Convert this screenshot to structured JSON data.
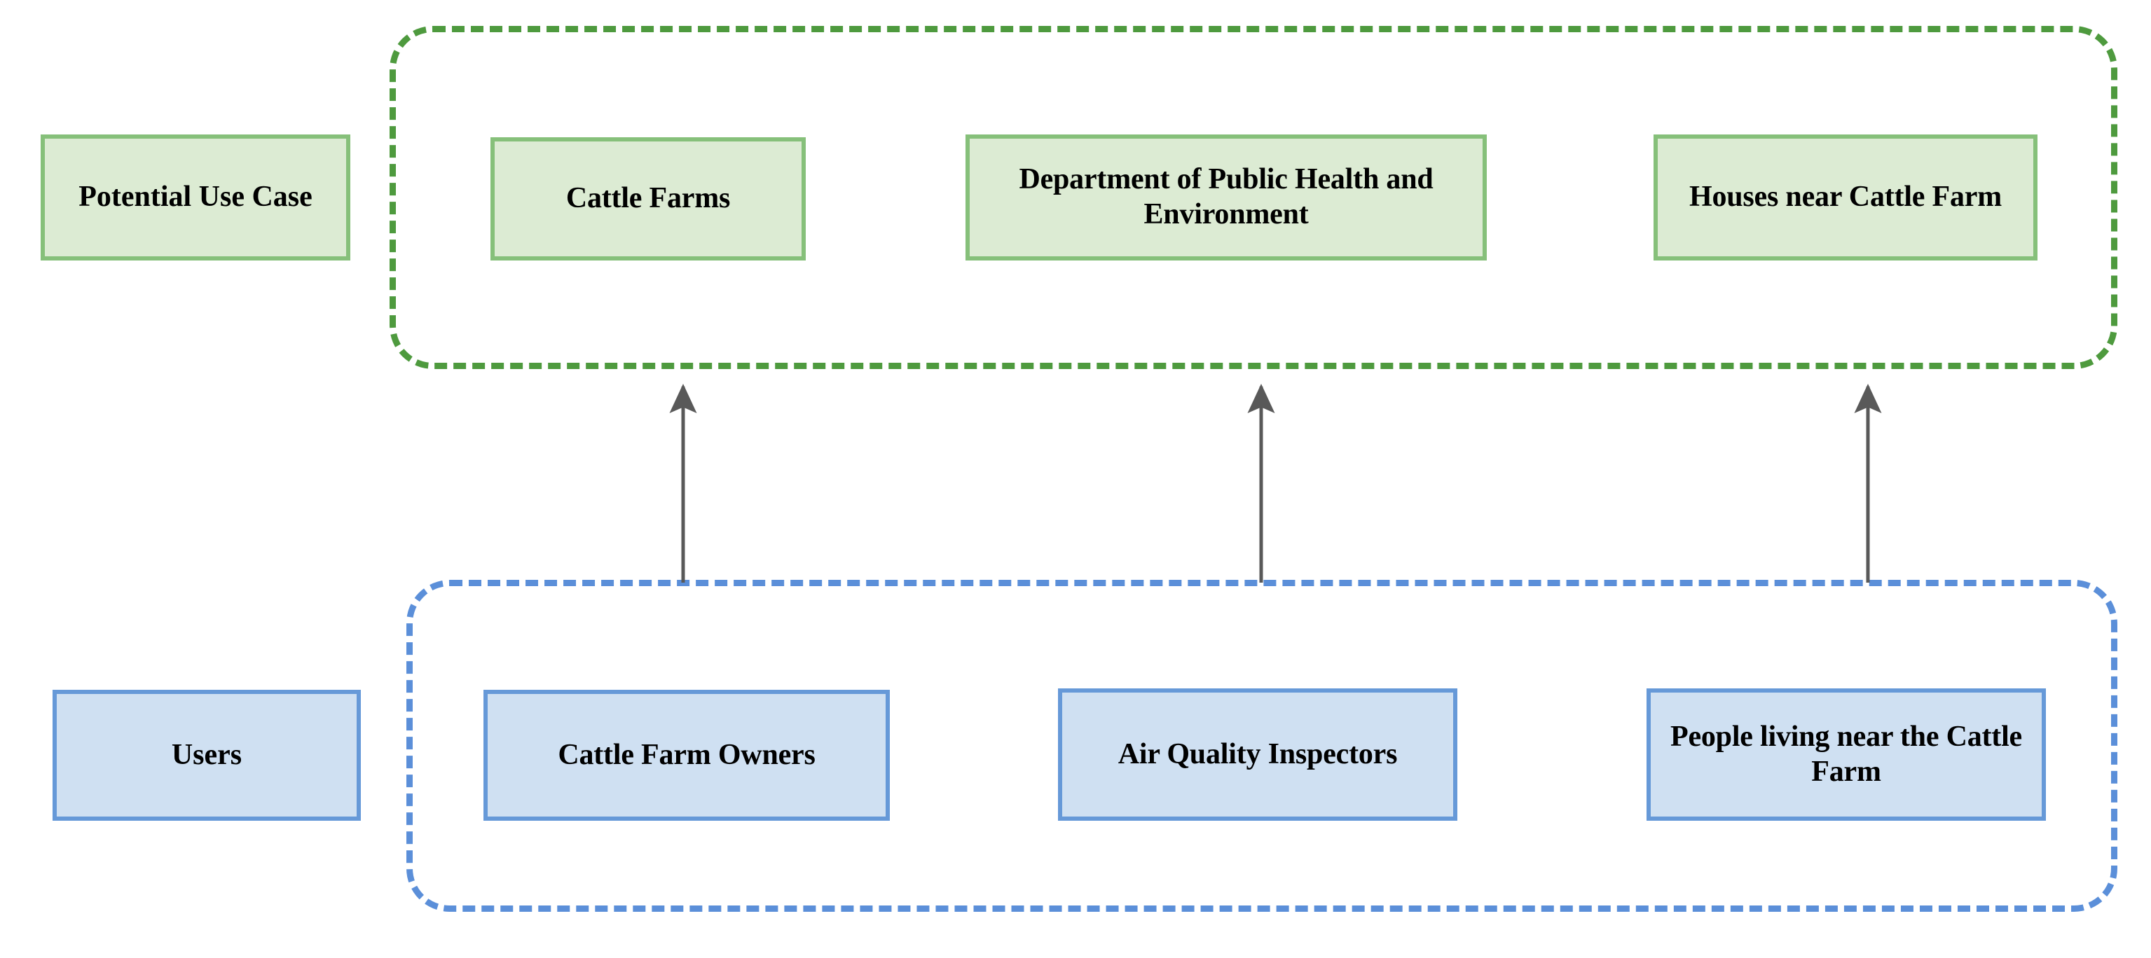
{
  "diagram": {
    "rows": [
      {
        "id": "potential-use-case",
        "label": "Potential Use Case",
        "color_fill": "#dcebd3",
        "color_border": "#86c07a",
        "group_border": "#4e9a3e",
        "items": [
          {
            "label": "Cattle Farms"
          },
          {
            "label": "Department of Public Health and Environment"
          },
          {
            "label": "Houses near Cattle Farm"
          }
        ]
      },
      {
        "id": "users",
        "label": "Users",
        "color_fill": "#cfe0f2",
        "color_border": "#6699d8",
        "group_border": "#5b8fd9",
        "items": [
          {
            "label": "Cattle Farm Owners"
          },
          {
            "label": "Air Quality Inspectors"
          },
          {
            "label": "People living near the Cattle Farm"
          }
        ]
      }
    ],
    "connectors": [
      {
        "from": "Cattle Farm Owners",
        "to": "Cattle Farms",
        "style": "arrow-up"
      },
      {
        "from": "Air Quality Inspectors",
        "to": "Department of Public Health and Environment",
        "style": "arrow-up"
      },
      {
        "from": "People living near the Cattle Farm",
        "to": "Houses near Cattle Farm",
        "style": "arrow-up"
      }
    ],
    "arrow_color": "#595959"
  }
}
